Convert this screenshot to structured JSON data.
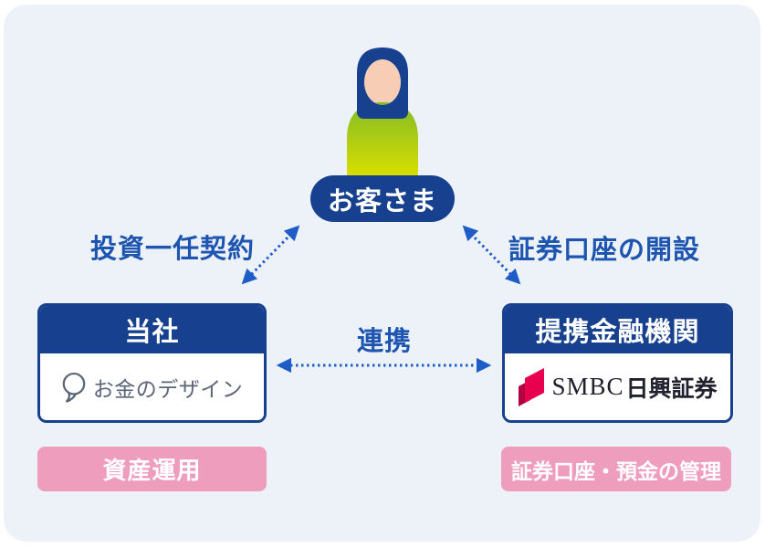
{
  "diagram": {
    "customer": {
      "label": "お客さま"
    },
    "relations": {
      "left": "投資一任契約",
      "right": "証券口座の開設",
      "center": "連携"
    },
    "company": {
      "header": "当社",
      "logo": "お金のデザイン",
      "role": "資産運用"
    },
    "partner": {
      "header": "提携金融機関",
      "logo_en": "SMBC",
      "logo_jp": "日興証券",
      "role": "証券口座・預金の管理"
    },
    "icons": {
      "person": "customer-person-icon",
      "speech_bubble": "speech-bubble-logo-icon",
      "smbc_mark": "smbc-flag-logo-icon",
      "arrows": "dotted-double-arrow-icon"
    },
    "colors": {
      "navy": "#17418F",
      "label_blue": "#1D55B0",
      "arrow_blue": "#1E5CC8",
      "pink": "#EF9DBD",
      "panel_bg": "#EDF2F9",
      "logo_gray": "#5A6577",
      "smbc_red": "#E6004E",
      "smbc_dark_red": "#B30042",
      "body_green_top": "#82BB27",
      "body_green_bottom": "#D9DE00",
      "face_peach": "#F7CDB5"
    }
  }
}
